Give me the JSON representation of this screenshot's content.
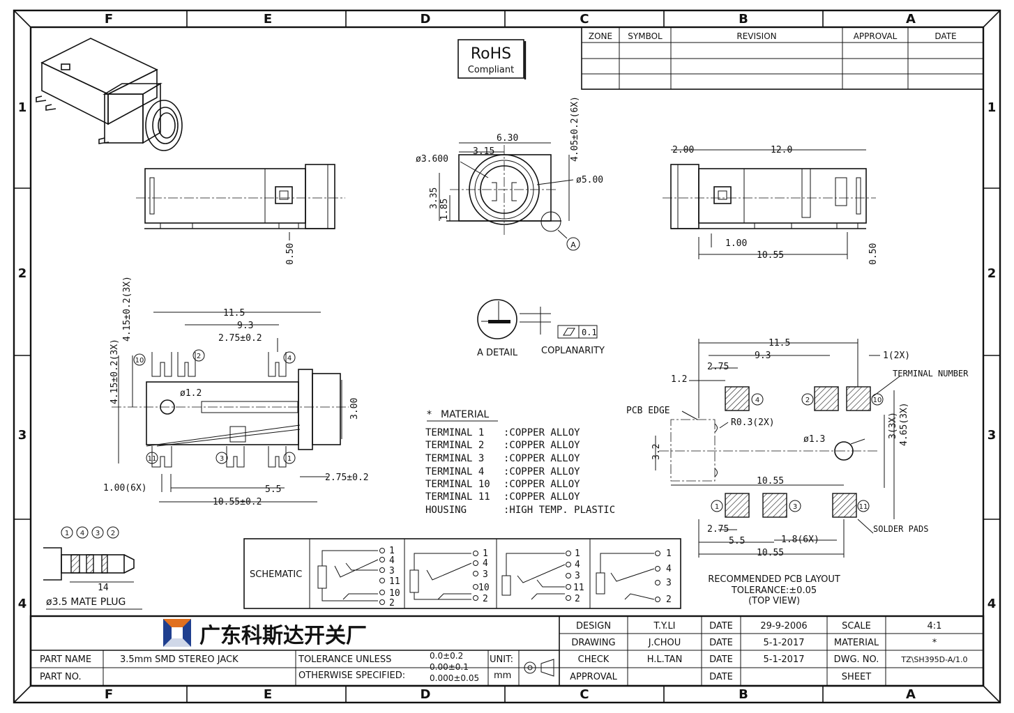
{
  "border": {
    "columns": [
      "F",
      "E",
      "D",
      "C",
      "B",
      "A"
    ],
    "rows": [
      "1",
      "2",
      "3",
      "4"
    ]
  },
  "rohs": {
    "line1": "RoHS",
    "line2": "Compliant"
  },
  "revision_table": {
    "headers": [
      "ZONE",
      "SYMBOL",
      "REVISION",
      "APPROVAL",
      "DATE"
    ]
  },
  "views": {
    "front": {
      "dim_width": "6.30",
      "dim_half": "3.15",
      "dim_hole": "ø3.600",
      "dim_height": "4.05±0.2(6X)",
      "dim_outer": "ø5.00",
      "dim_335": "3.35",
      "dim_185": "1.85",
      "detail_mark": "A"
    },
    "side_left": {
      "dim_050": "0.50"
    },
    "side_right": {
      "dim_200": "2.00",
      "dim_120": "12.0",
      "dim_100": "1.00",
      "dim_1055": "10.55",
      "dim_050": "0.50"
    },
    "detail": {
      "label": "A DETAIL",
      "coplanarity_label": "COPLANARITY",
      "coplanarity_value": "0.1"
    },
    "top": {
      "dim_115": "11.5",
      "dim_93": "9.3",
      "dim_275": "2.75±0.2",
      "dim_415a": "4.15±0.2(3X)",
      "dim_415b": "4.15±0.2(3X)",
      "dim_hole": "ø1.2",
      "dim_300": "3.00",
      "dim_100": "1.00(6X)",
      "dim_55": "5.5",
      "dim_275b": "2.75±0.2",
      "dim_1055": "10.55±0.2",
      "terminals": [
        "10",
        "2",
        "4",
        "11",
        "3",
        "1"
      ]
    },
    "pcb": {
      "dim_115": "11.5",
      "dim_93": "9.3",
      "dim_1_2x": "1(2X)",
      "dim_275": "2.75",
      "dim_12": "1.2",
      "edge_label": "PCB EDGE",
      "radius": "R0.3(2X)",
      "hole": "ø1.3",
      "dim_32": "3.2",
      "dim_3_3x": "3(3X)",
      "dim_465": "4.65(3X)",
      "dim_1055a": "10.55",
      "dim_275b": "2.75",
      "dim_55": "5.5",
      "dim_18": "1.8(6X)",
      "dim_1055b": "10.55",
      "terminal_label": "TERMINAL NUMBER",
      "solder_label": "SOLDER PADS",
      "caption1": "RECOMMENDED PCB LAYOUT",
      "caption2": "TOLERANCE:±0.05",
      "caption3": "(TOP VIEW)",
      "pads_top": [
        "4",
        "2",
        "10"
      ],
      "pads_bottom": [
        "1",
        "3",
        "11"
      ]
    },
    "plug": {
      "dim": "14",
      "caption": "ø3.5 MATE PLUG",
      "rings": [
        "1",
        "4",
        "3",
        "2"
      ]
    }
  },
  "material": {
    "title": "MATERIAL",
    "rows": [
      {
        "part": "TERMINAL  1",
        "value": ":COPPER ALLOY"
      },
      {
        "part": "TERMINAL  2",
        "value": ":COPPER ALLOY"
      },
      {
        "part": "TERMINAL  3",
        "value": ":COPPER ALLOY"
      },
      {
        "part": "TERMINAL  4",
        "value": ":COPPER ALLOY"
      },
      {
        "part": "TERMINAL 10",
        "value": ":COPPER ALLOY"
      },
      {
        "part": "TERMINAL 11",
        "value": ":COPPER ALLOY"
      },
      {
        "part": "HOUSING",
        "value": ":HIGH TEMP. PLASTIC"
      }
    ]
  },
  "schematic": {
    "label": "SCHEMATIC",
    "panels": [
      [
        "1",
        "4",
        "3",
        "11",
        "10",
        "2"
      ],
      [
        "1",
        "4",
        "3",
        "10",
        "2"
      ],
      [
        "1",
        "4",
        "3",
        "11",
        "2"
      ],
      [
        "1",
        "4",
        "3",
        "2"
      ]
    ]
  },
  "title_block": {
    "company": "广东科斯达开关厂",
    "part_name_label": "PART NAME",
    "part_name": "3.5mm SMD STEREO JACK",
    "part_no_label": "PART NO.",
    "tolerance_label1": "TOLERANCE UNLESS",
    "tolerance_label2": "OTHERWISE SPECIFIED:",
    "tol1": "0.0±0.2",
    "tol2": "0.00±0.1",
    "tol3": "0.000±0.05",
    "unit_label": "UNIT:",
    "unit": "mm",
    "rows": [
      {
        "label": "DESIGN",
        "name": "T.Y.LI",
        "date_label": "DATE",
        "date": "29-9-2006",
        "k": "SCALE",
        "v": "4:1"
      },
      {
        "label": "DRAWING",
        "name": "J.CHOU",
        "date_label": "DATE",
        "date": "5-1-2017",
        "k": "MATERIAL",
        "v": "*"
      },
      {
        "label": "CHECK",
        "name": "H.L.TAN",
        "date_label": "DATE",
        "date": "5-1-2017",
        "k": "DWG. NO.",
        "v": "TZ\\SH395D-A/1.0"
      },
      {
        "label": "APPROVAL",
        "name": "",
        "date_label": "DATE",
        "date": "",
        "k": "SHEET",
        "v": ""
      }
    ]
  }
}
